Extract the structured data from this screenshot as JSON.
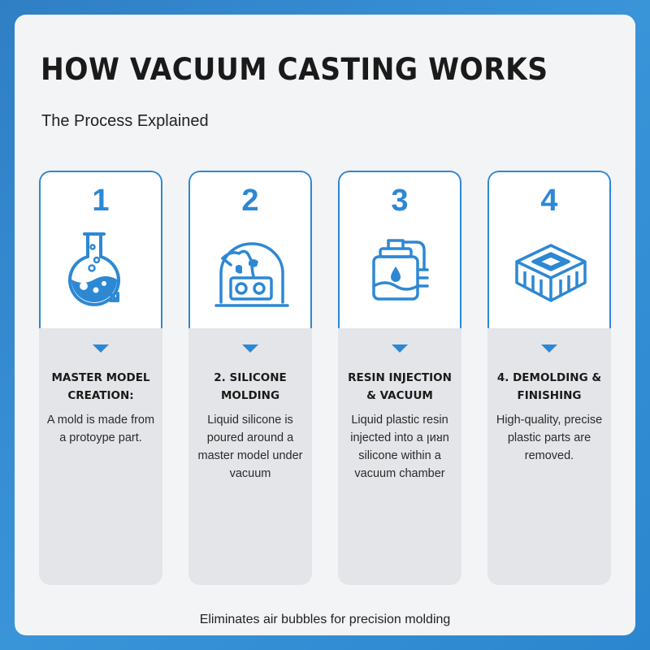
{
  "header": {
    "title": "HOW VACUUM CASTING WORKS",
    "subtitle": "The Process Explained"
  },
  "steps": [
    {
      "number": "1",
      "title": "MASTER MODEL CREATION:",
      "description": "A mold is made from a protoype part.",
      "icon": "flask-icon"
    },
    {
      "number": "2",
      "title": "2. SILICONE MOLDING",
      "description": "Liquid silicone is poured around a master model under vacuum",
      "icon": "mold-pouring-icon"
    },
    {
      "number": "3",
      "title": "RESIN INJECTION & VACUUM",
      "description": "Liquid plastic resin injected into a ꞁᴎᴚn silicone within a vacuum chamber",
      "icon": "resin-container-icon"
    },
    {
      "number": "4",
      "title": "4. DEMOLDING & FINISHING",
      "description": "High-quality, precise plastic parts are removed.",
      "icon": "molded-part-icon"
    }
  ],
  "footer": {
    "note": "Eliminates air bubbles for precision molding"
  },
  "colors": {
    "accent": "#2d88d4",
    "background": "#3a94d8",
    "panel": "#f3f4f6",
    "card": "#e4e5e8"
  }
}
